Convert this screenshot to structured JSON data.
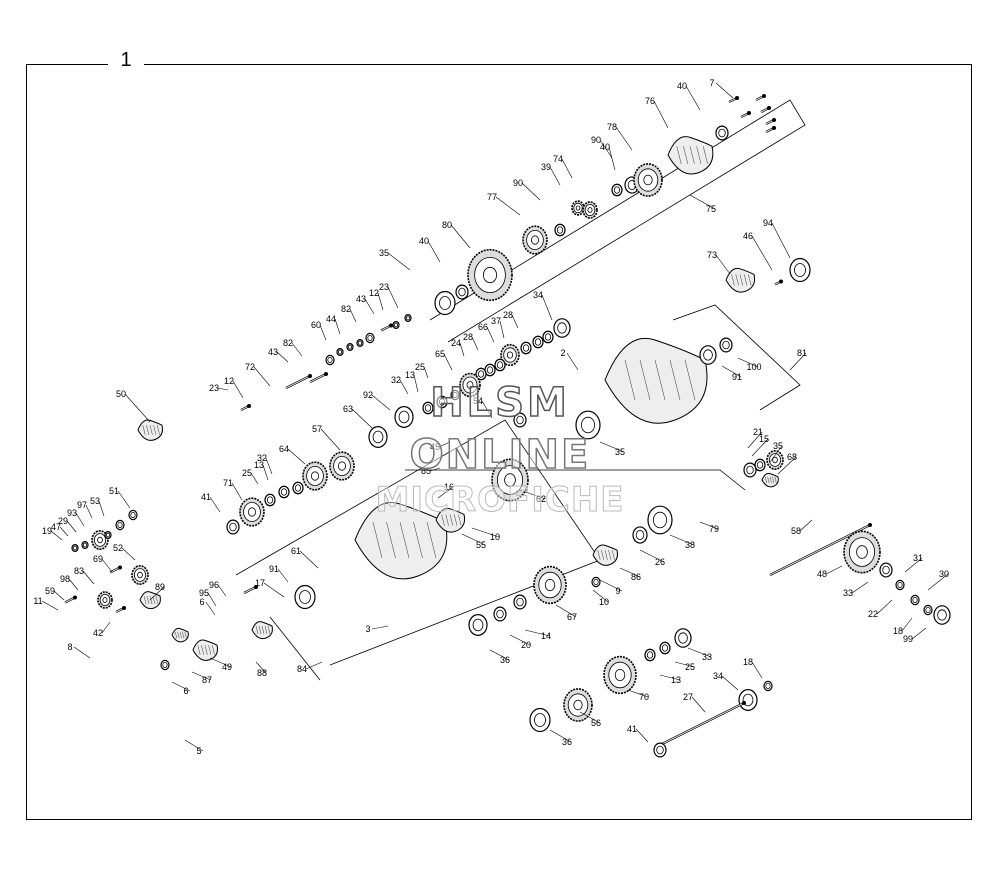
{
  "figure_number": "1",
  "watermark": {
    "line1": "HLSM",
    "line2": "ONLINE",
    "line3": "MICROFICHE"
  },
  "callouts": [
    "1",
    "2",
    "3",
    "5",
    "6",
    "7",
    "8",
    "9",
    "10",
    "11",
    "12",
    "13",
    "14",
    "15",
    "16",
    "17",
    "18",
    "19",
    "20",
    "21",
    "22",
    "23",
    "24",
    "25",
    "26",
    "27",
    "28",
    "29",
    "30",
    "31",
    "32",
    "33",
    "34",
    "35",
    "36",
    "37",
    "38",
    "39",
    "40",
    "41",
    "42",
    "43",
    "44",
    "45",
    "46",
    "47",
    "48",
    "49",
    "50",
    "51",
    "52",
    "53",
    "54",
    "55",
    "56",
    "57",
    "58",
    "59",
    "60",
    "61",
    "62",
    "63",
    "64",
    "65",
    "66",
    "67",
    "68",
    "69",
    "70",
    "71",
    "72",
    "73",
    "74",
    "75",
    "76",
    "77",
    "78",
    "79",
    "80",
    "81",
    "82",
    "83",
    "84",
    "85",
    "86",
    "87",
    "88",
    "89",
    "90",
    "91",
    "92",
    "93",
    "94",
    "95",
    "96",
    "97",
    "98",
    "99",
    "100"
  ]
}
